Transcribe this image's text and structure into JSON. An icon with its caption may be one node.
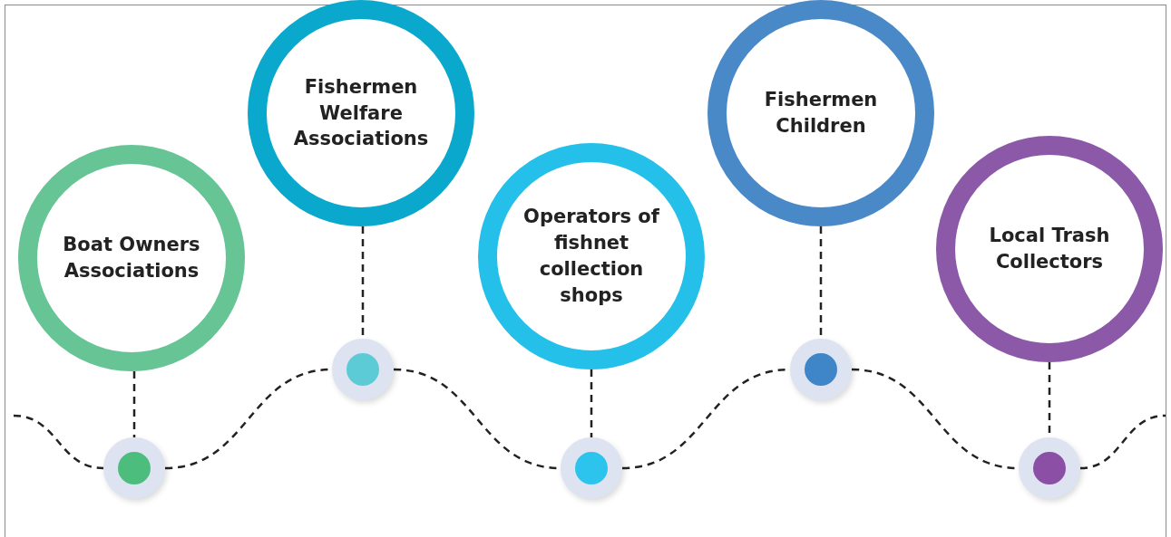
{
  "diagram": {
    "nodes": [
      {
        "text": [
          "Boat Owners Associations"
        ]
      },
      {
        "text": [
          "Fishermen Welfare Associations"
        ]
      },
      {
        "text": [
          "Operators of fishnet collection shops"
        ]
      },
      {
        "text": [
          "Fishermen Children"
        ]
      },
      {
        "text": [
          "Local Trash Collectors"
        ]
      },
      {
        "text": [],
        "shape": "circle"
      },
      {
        "text": [],
        "shape": "circle"
      },
      {
        "text": [],
        "shape": "circle"
      },
      {
        "text": [],
        "shape": "circle"
      },
      {
        "text": [],
        "shape": "circle"
      }
    ],
    "edges": [
      {
        "from": 0,
        "to": 5,
        "arrow": "none",
        "style": "dashed"
      },
      {
        "from": 1,
        "to": 6,
        "arrow": "none",
        "style": "dashed"
      },
      {
        "from": 2,
        "to": 7,
        "arrow": "none",
        "style": "dashed"
      },
      {
        "from": 3,
        "to": 8,
        "arrow": "none",
        "style": "dashed"
      },
      {
        "from": 4,
        "to": 9,
        "arrow": "none",
        "style": "dashed"
      },
      {
        "from": null,
        "to": 5,
        "arrow": "none",
        "style": "dashed"
      },
      {
        "from": 5,
        "to": 6,
        "arrow": "none",
        "style": "dashed"
      },
      {
        "from": 6,
        "to": 7,
        "arrow": "none",
        "style": "dashed"
      },
      {
        "from": 7,
        "to": 8,
        "arrow": "none",
        "style": "dashed"
      },
      {
        "from": 8,
        "to": 9,
        "arrow": "none",
        "style": "dashed"
      },
      {
        "from": 9,
        "to": null,
        "arrow": "none",
        "style": "dashed"
      }
    ]
  }
}
